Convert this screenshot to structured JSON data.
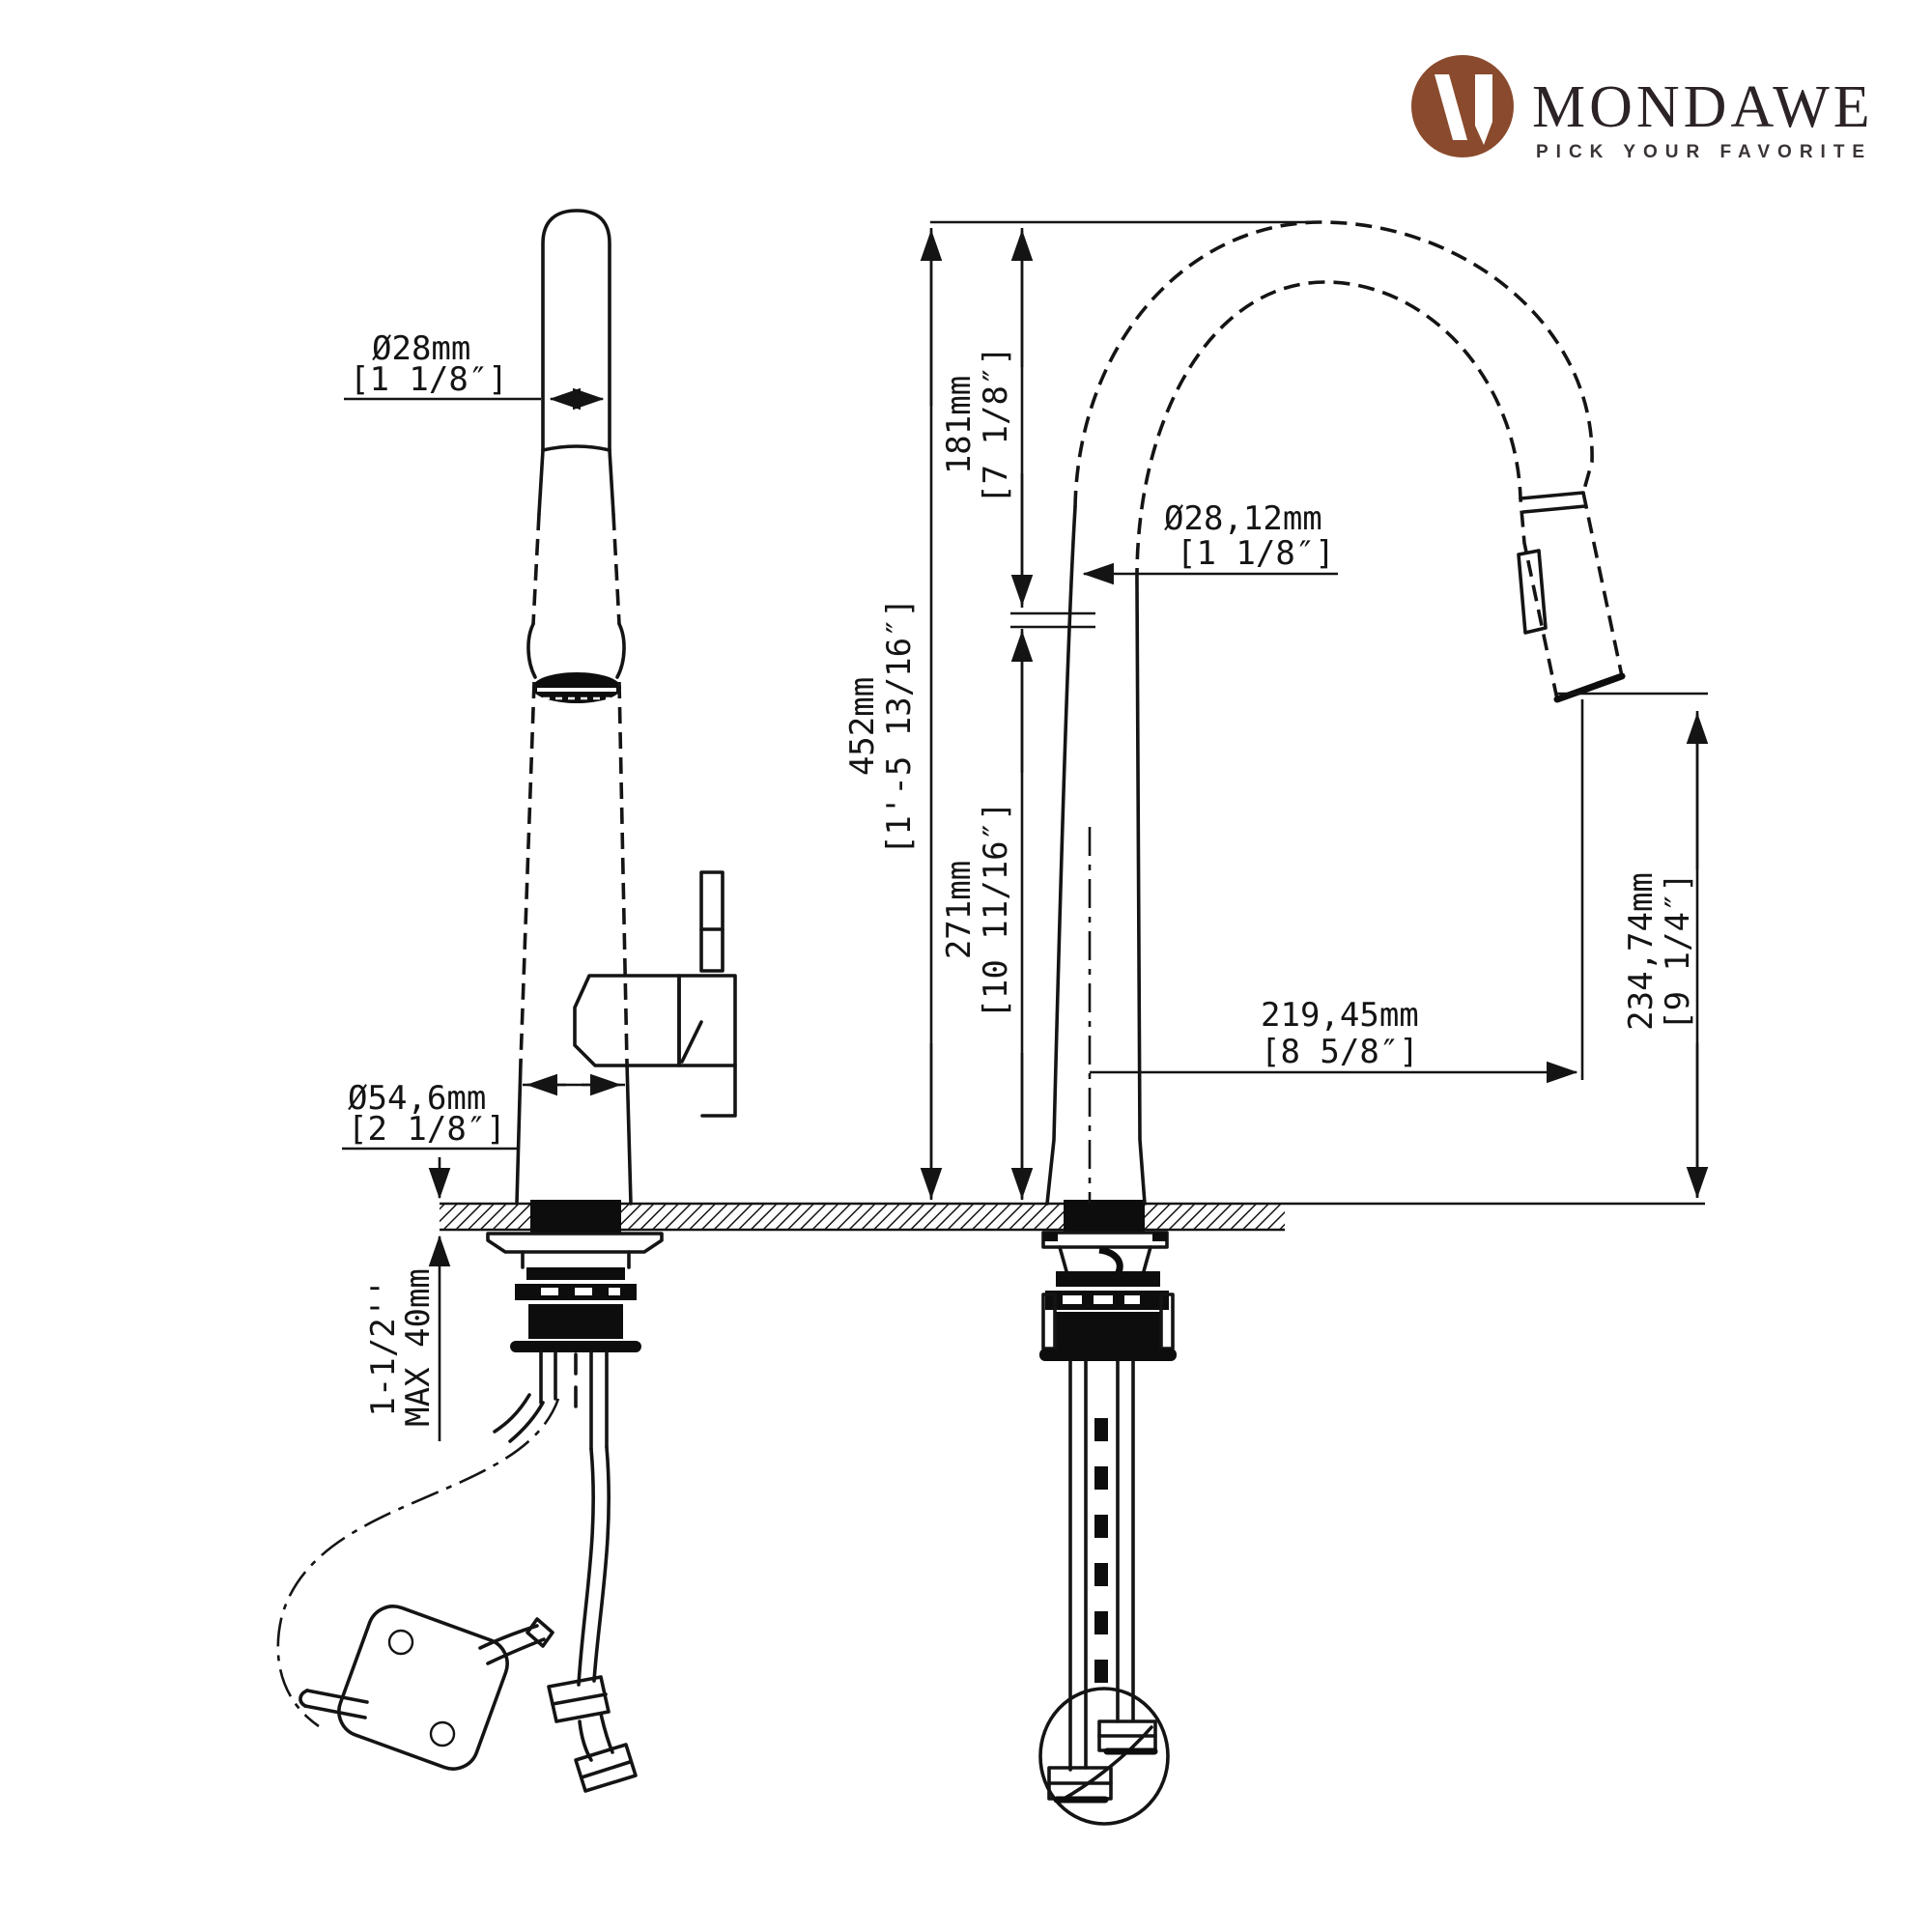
{
  "brand": {
    "name": "MONDAWE",
    "tagline": "PICK YOUR FAVORITE",
    "monogram": "M"
  },
  "colors": {
    "line": "#141414",
    "logo_brown": "#8a4a2d",
    "brand_text": "#2b2326",
    "background": "#ffffff"
  },
  "drawing": {
    "front_view": {
      "spout_diameter": {
        "metric": "Ø28mm",
        "imperial": "[1 1/8″]"
      },
      "base_diameter": {
        "metric": "Ø54,6mm",
        "imperial": "[2 1/8″]"
      },
      "deck_thickness": {
        "line1": "1-1/2''",
        "line2": "MAX 40mm"
      }
    },
    "side_view": {
      "arc_clearance": {
        "metric": "181mm",
        "imperial": "[7 1/8″]"
      },
      "total_height": {
        "metric": "452mm",
        "imperial": "[1'-5 13/16″]"
      },
      "spout_height": {
        "metric": "271mm",
        "imperial": "[10 11/16″]"
      },
      "tube_diameter": {
        "metric": "Ø28,12mm",
        "imperial": "[1 1/8″]"
      },
      "spout_reach": {
        "metric": "219,45mm",
        "imperial": "[8 5/8″]"
      },
      "outlet_height": {
        "metric": "234,74mm",
        "imperial": "[9 1/4″]"
      }
    }
  }
}
